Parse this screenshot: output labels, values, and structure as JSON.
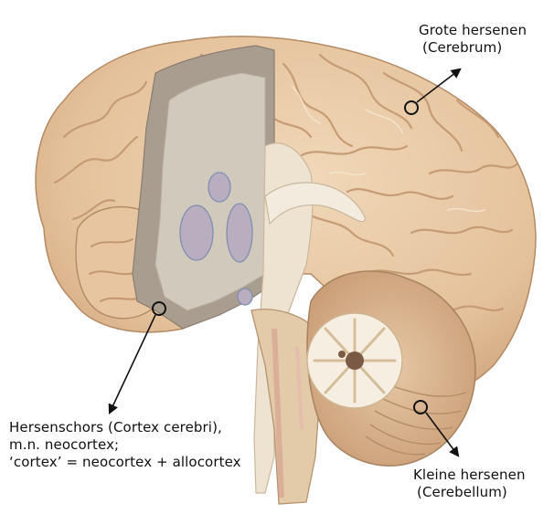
{
  "labels": {
    "cerebrum": {
      "line1": "Grote hersenen",
      "line2": "(Cerebrum)"
    },
    "cortex": {
      "line1": "Hersenschors (Cortex cerebri),",
      "line2": "m.n. neocortex;",
      "line3": "‘cortex’ = neocortex + allocortex"
    },
    "cerebellum": {
      "line1": "Kleine hersenen",
      "line2": "(Cerebellum)"
    }
  },
  "colors": {
    "brain_surface": "#e8c9a5",
    "sulcus": "#c79d74",
    "gyrus_highlight": "#f4dfc4",
    "gray_matter": "#a89c90",
    "white_matter": "#cfc6bb",
    "midline": "#efe4d3",
    "arrow": "#111111"
  }
}
